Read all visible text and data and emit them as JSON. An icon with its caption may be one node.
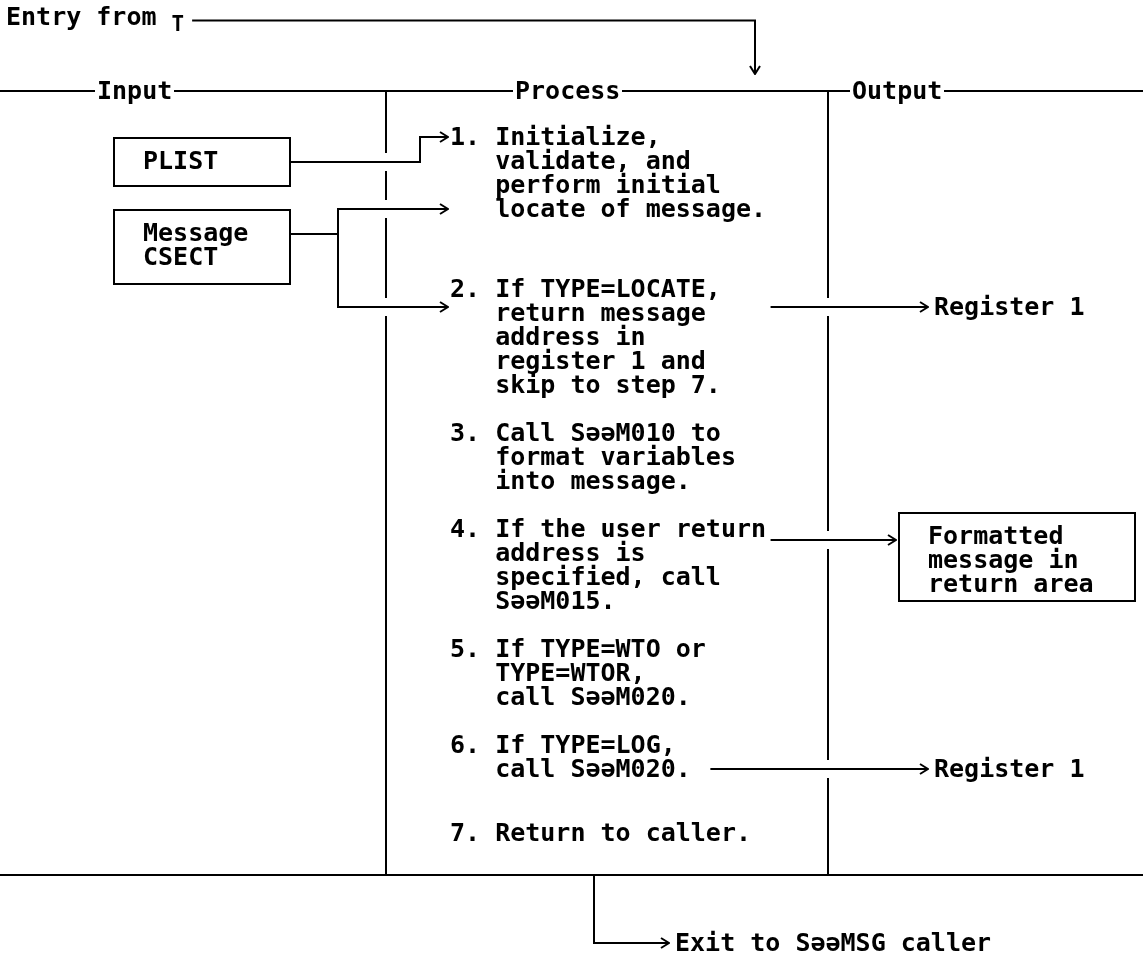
{
  "diagram": {
    "nodes": [
      {
        "text": [
          "Entry from $_{T}$"
        ]
      },
      {
        "text": [
          "PLIST"
        ]
      },
      {
        "text": [
          "Message CSECT"
        ]
      },
      {
        "text": [
          "1. Initialize, validate, and perform initial locate of message."
        ]
      },
      {
        "text": [
          "2. If TYPE=LOCATE, return message address in register 1 and skip to step 7."
        ]
      },
      {
        "text": [
          "3. Call SəəM010 to format variables into message."
        ]
      },
      {
        "text": [
          "4. If the user return address is specified, call SəəM015."
        ]
      },
      {
        "text": [
          "5. If TYPE=WTO or TYPE=WTOR, call SəəM020."
        ]
      },
      {
        "text": [
          "6. If TYPE=LOG, call SəəM020."
        ]
      },
      {
        "text": [
          "7. Return to caller."
        ]
      },
      {
        "text": [
          "Register 1"
        ]
      },
      {
        "text": [
          "Formatted message in return area"
        ]
      },
      {
        "text": [
          "Register 1"
        ]
      },
      {
        "text": [
          "Exit to SəəMSG caller"
        ]
      }
    ],
    "edges": [
      {
        "from": 0,
        "to": null,
        "arrow": "to"
      },
      {
        "from": 1,
        "to": 3,
        "arrow": "to"
      },
      {
        "from": 2,
        "to": 3,
        "arrow": "to"
      },
      {
        "from": 2,
        "to": 4,
        "arrow": "to"
      },
      {
        "from": 4,
        "to": 10,
        "arrow": "to"
      },
      {
        "from": 6,
        "to": 11,
        "arrow": "to"
      },
      {
        "from": 8,
        "to": 12,
        "arrow": "to"
      },
      {
        "from": null,
        "to": 13,
        "arrow": "to"
      }
    ],
    "labels": [
      "Input",
      "Process",
      "Output"
    ]
  }
}
